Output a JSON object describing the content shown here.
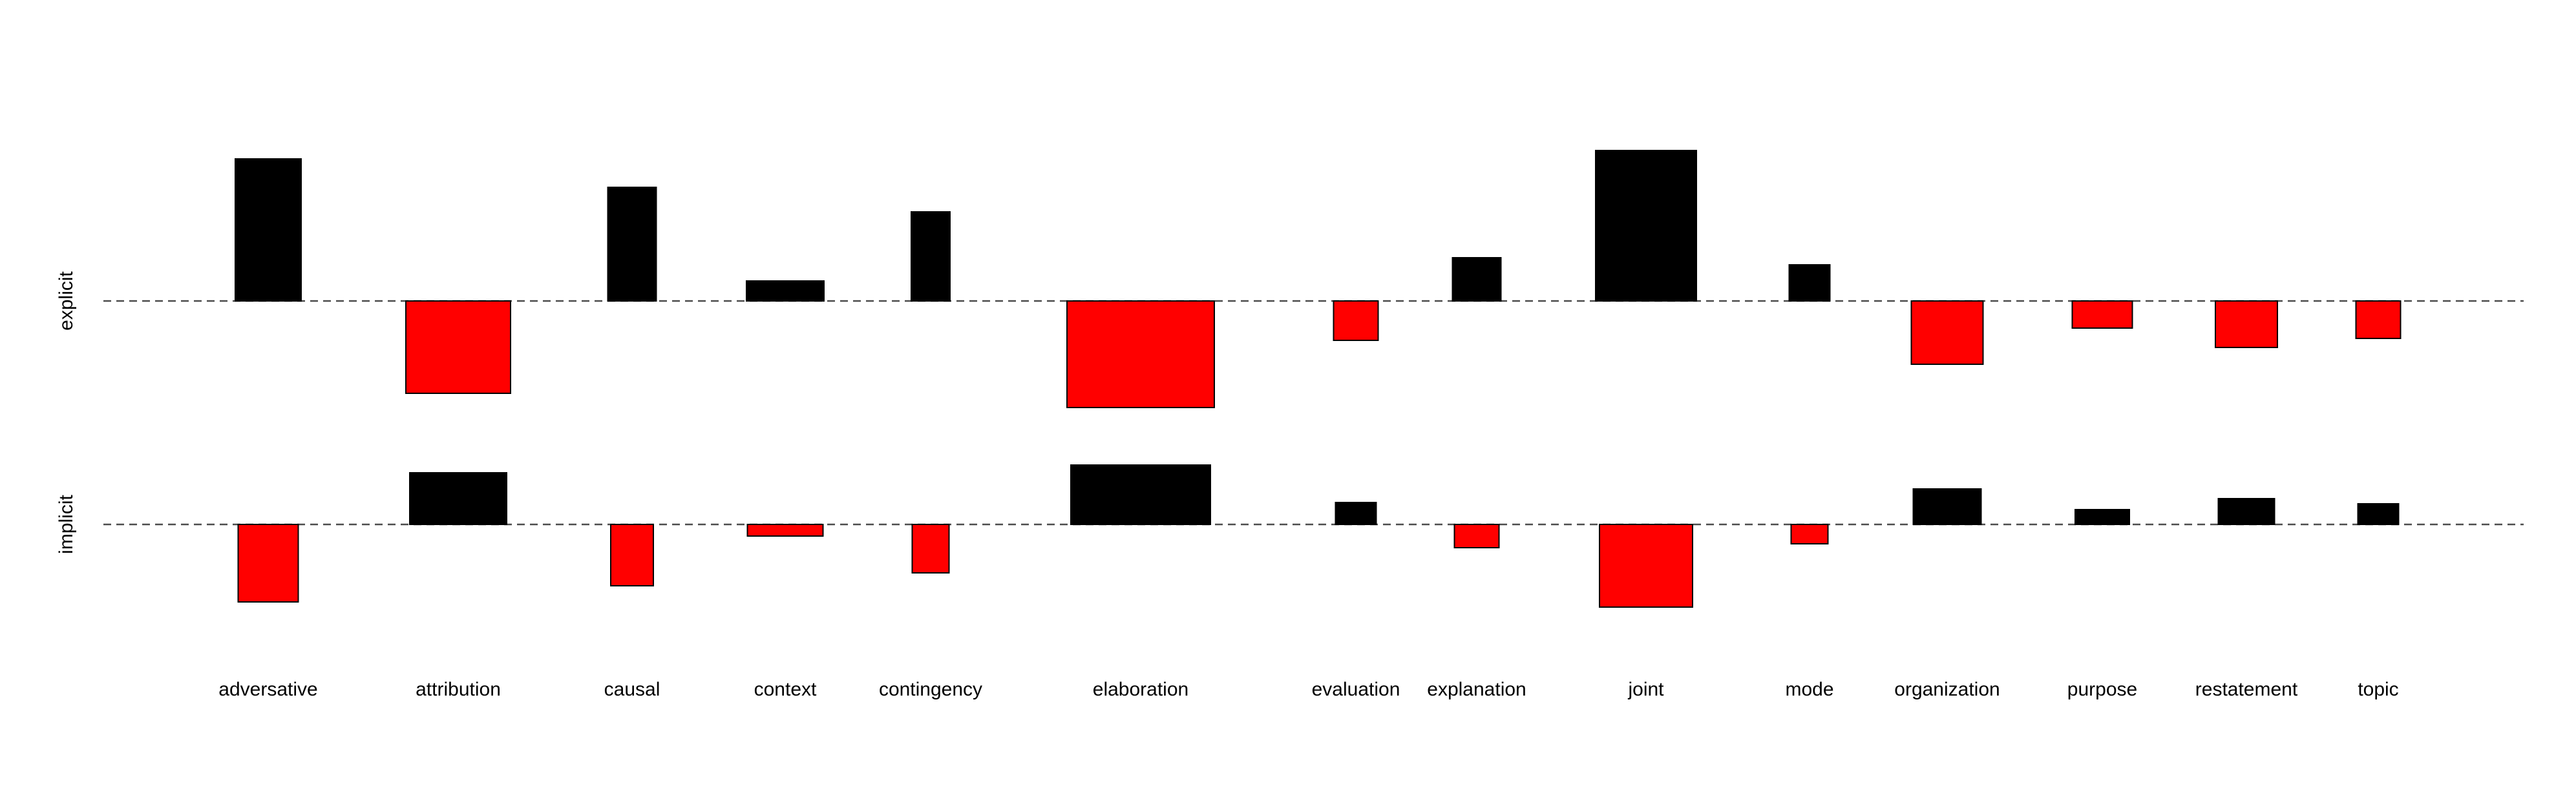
{
  "chart_data": {
    "type": "bar",
    "description_type": "mosaic-residual",
    "categories": [
      "adversative",
      "attribution",
      "causal",
      "context",
      "contingency",
      "elaboration",
      "evaluation",
      "explanation",
      "joint",
      "mode",
      "organization",
      "purpose",
      "restatement",
      "topic"
    ],
    "rows": [
      {
        "name": "explicit",
        "values": [
          220,
          -143,
          176,
          31,
          138,
          -165,
          -61,
          67,
          233,
          56,
          -98,
          -42,
          -72,
          -58
        ],
        "widths": [
          1.7,
          2.7,
          1.25,
          2.0,
          1.0,
          3.8,
          1.15,
          1.25,
          2.6,
          1.05,
          1.85,
          1.55,
          1.6,
          1.15
        ]
      },
      {
        "name": "implicit",
        "values": [
          -120,
          80,
          -95,
          -18,
          -75,
          92,
          34,
          -36,
          -128,
          -30,
          55,
          23,
          40,
          32
        ],
        "widths": [
          1.55,
          2.5,
          1.1,
          1.95,
          0.95,
          3.6,
          1.05,
          1.15,
          2.4,
          0.95,
          1.75,
          1.4,
          1.45,
          1.05
        ]
      }
    ],
    "colors": {
      "positive": "#000000",
      "negative": "#ff0000"
    },
    "grid": false,
    "legend": "none"
  }
}
